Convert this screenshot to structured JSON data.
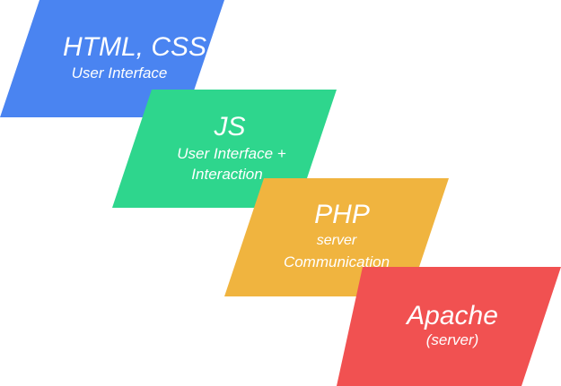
{
  "blocks": [
    {
      "title": "HTML, CSS",
      "lines": [
        "User Interface"
      ],
      "color": "#4a84f1"
    },
    {
      "title": "JS",
      "lines": [
        "User Interface +",
        "Interaction"
      ],
      "color": "#2ed68d"
    },
    {
      "title": "PHP",
      "lines": [
        "server",
        "Communication"
      ],
      "color": "#f0b43f"
    },
    {
      "title": "Apache",
      "lines": [
        "(server)"
      ],
      "color": "#f15151"
    }
  ]
}
